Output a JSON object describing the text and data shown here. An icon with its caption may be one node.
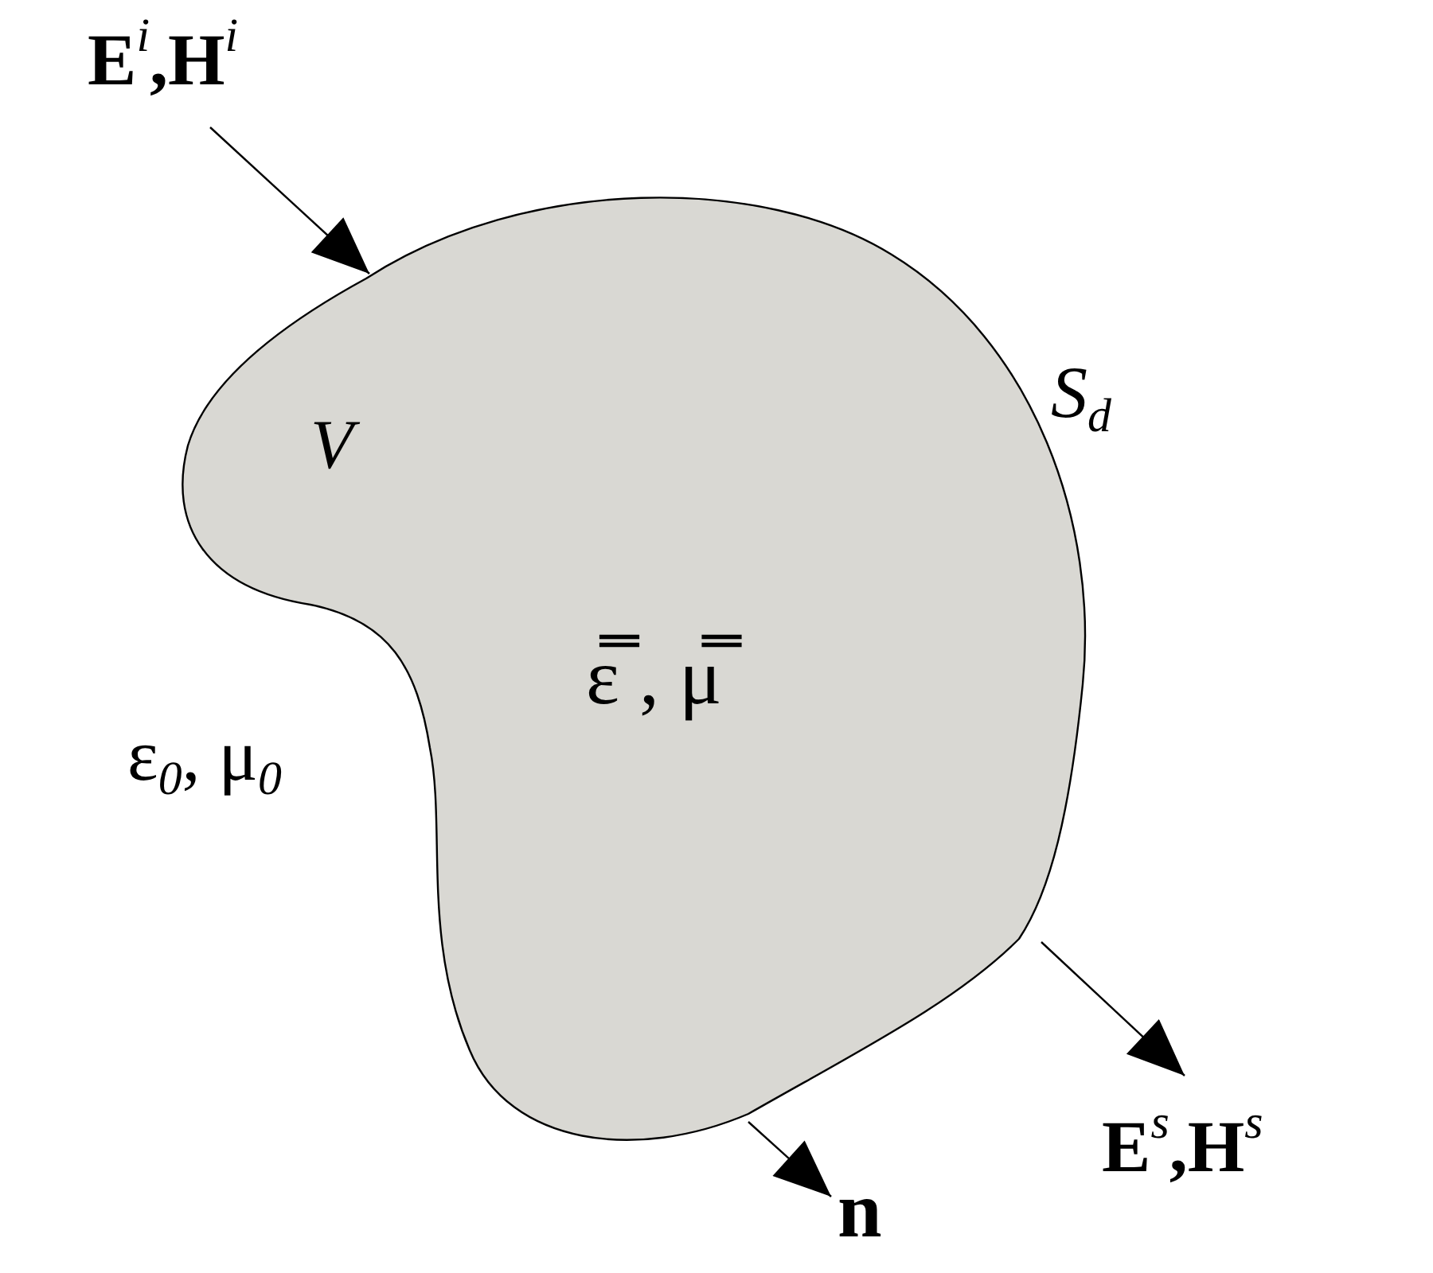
{
  "diagram": {
    "nodes": [
      {
        "text": [
          "V",
          "ε̿ , μ̿"
        ],
        "beside": [
          "S$_{d}$"
        ]
      },
      {
        "text": [
          "**E**$^{i}$,**H**$^{i}$"
        ]
      },
      {
        "text": [
          "**E**$^{s}$,**H**$^{s}$"
        ]
      },
      {
        "text": [
          "n"
        ]
      }
    ],
    "edges": [
      {
        "from": 1,
        "to": 0,
        "arrow": "to"
      },
      {
        "from": 0,
        "to": 2,
        "arrow": "to"
      },
      {
        "from": 0,
        "to": 3,
        "arrow": "to"
      }
    ],
    "labels": [
      "ε$_{0}$, μ$_{0}$"
    ]
  }
}
